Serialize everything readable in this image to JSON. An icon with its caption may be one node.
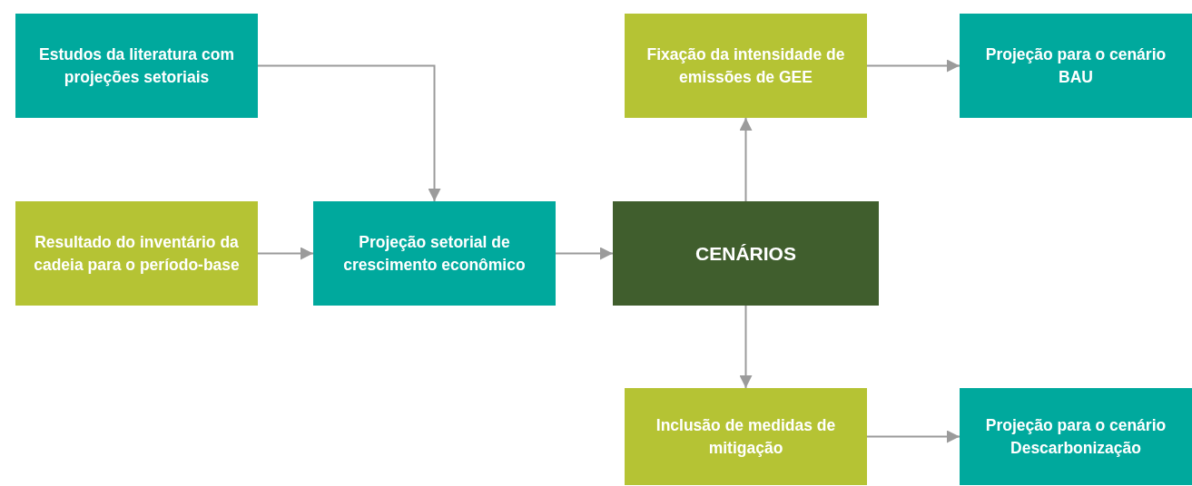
{
  "diagram": {
    "nodes": [
      {
        "text": [
          "Estudos da literatura com projeções setoriais"
        ]
      },
      {
        "text": [
          "Resultado do inventário da cadeia para o período-base"
        ]
      },
      {
        "text": [
          "Projeção setorial de crescimento econômico"
        ]
      },
      {
        "text": [
          "CENÁRIOS"
        ]
      },
      {
        "text": [
          "Fixação da intensidade de emissões de GEE"
        ]
      },
      {
        "text": [
          "Projeção para o cenário BAU"
        ]
      },
      {
        "text": [
          "Inclusão de medidas de mitigação"
        ]
      },
      {
        "text": [
          "Projeção para o cenário Descarbonização"
        ]
      }
    ],
    "edges": [
      {
        "from": 0,
        "to": 2,
        "arrow": "to"
      },
      {
        "from": 1,
        "to": 2,
        "arrow": "to"
      },
      {
        "from": 2,
        "to": 3,
        "arrow": "to"
      },
      {
        "from": 3,
        "to": 4,
        "arrow": "to"
      },
      {
        "from": 4,
        "to": 5,
        "arrow": "to"
      },
      {
        "from": 3,
        "to": 6,
        "arrow": "to"
      },
      {
        "from": 6,
        "to": 7,
        "arrow": "to"
      }
    ]
  }
}
